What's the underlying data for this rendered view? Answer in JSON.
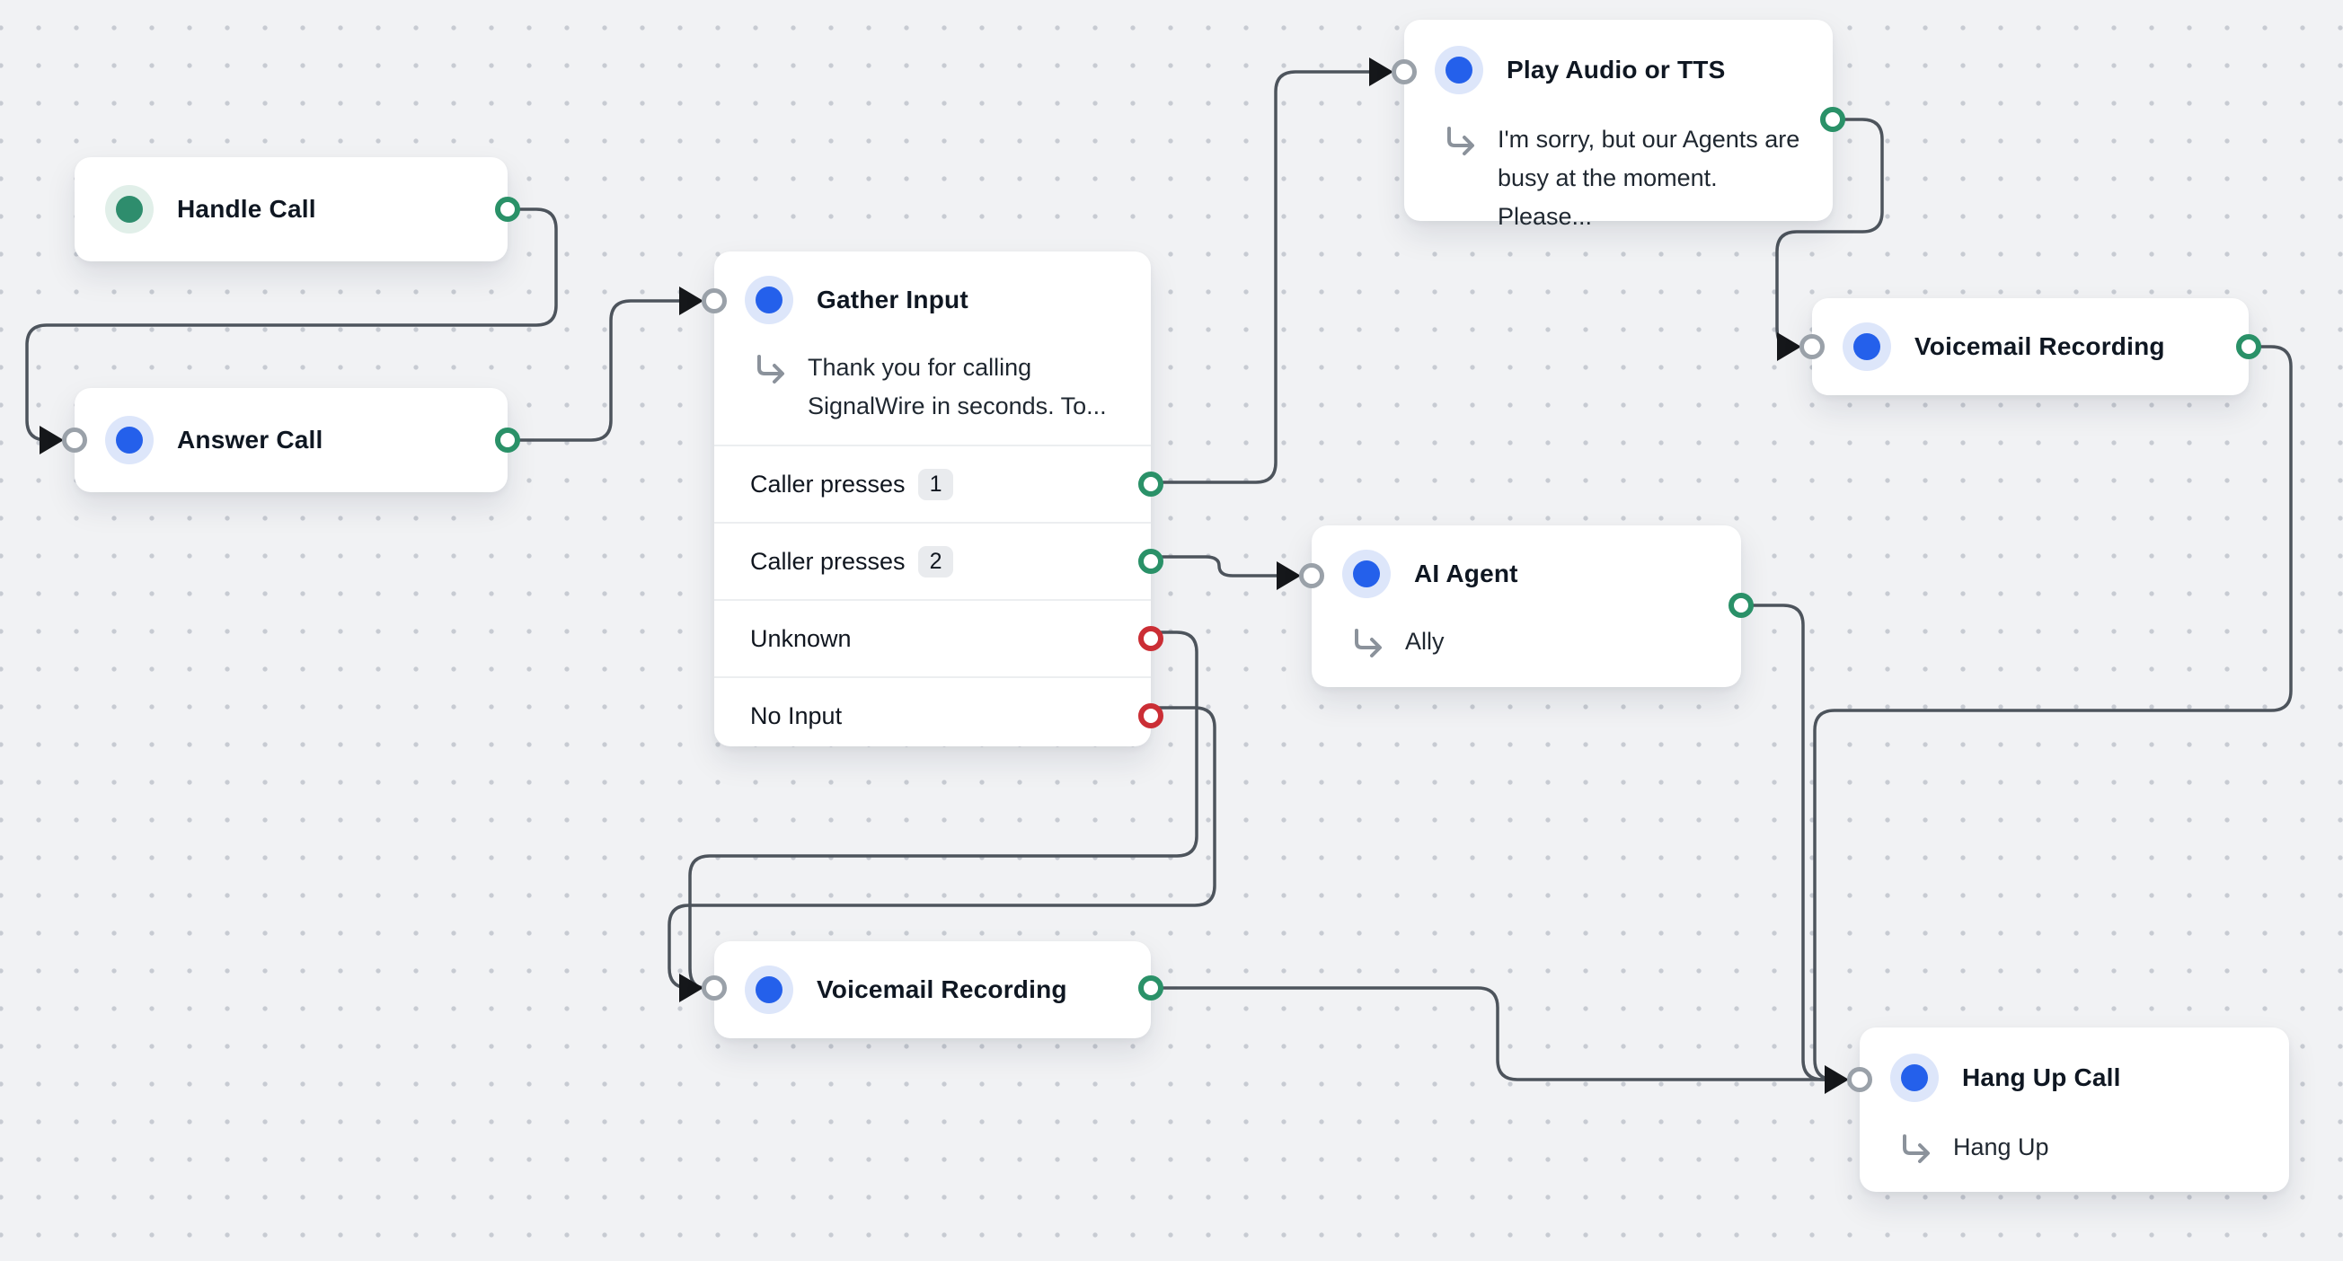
{
  "app": {
    "kind": "call-flow-editor-canvas",
    "colors": {
      "background": "#f1f2f4",
      "wire": "#4d545c",
      "port_output_ok": "#2a9168",
      "port_output_error": "#cb2e35",
      "port_input": "#9aa1a9",
      "node_dot_blue": "#2460eb",
      "node_dot_green": "#2e8d6d"
    }
  },
  "nodes": {
    "handle_call": {
      "title": "Handle Call"
    },
    "answer_call": {
      "title": "Answer Call"
    },
    "gather_input": {
      "title": "Gather Input",
      "message": "Thank you for calling SignalWire in seconds. To...",
      "rows": [
        {
          "label": "Caller presses",
          "badge": "1",
          "port": "green"
        },
        {
          "label": "Caller presses",
          "badge": "2",
          "port": "green"
        },
        {
          "label": "Unknown",
          "port": "red"
        },
        {
          "label": "No Input",
          "port": "red"
        }
      ]
    },
    "play_audio_tts": {
      "title": "Play Audio or TTS",
      "message": "I'm sorry, but our Agents are busy at the moment. Please..."
    },
    "voicemail_recording_right": {
      "title": "Voicemail Recording"
    },
    "ai_agent": {
      "title": "AI Agent",
      "message": "Ally"
    },
    "voicemail_recording_bottom": {
      "title": "Voicemail Recording"
    },
    "hang_up_call": {
      "title": "Hang Up Call",
      "message": "Hang Up"
    }
  }
}
